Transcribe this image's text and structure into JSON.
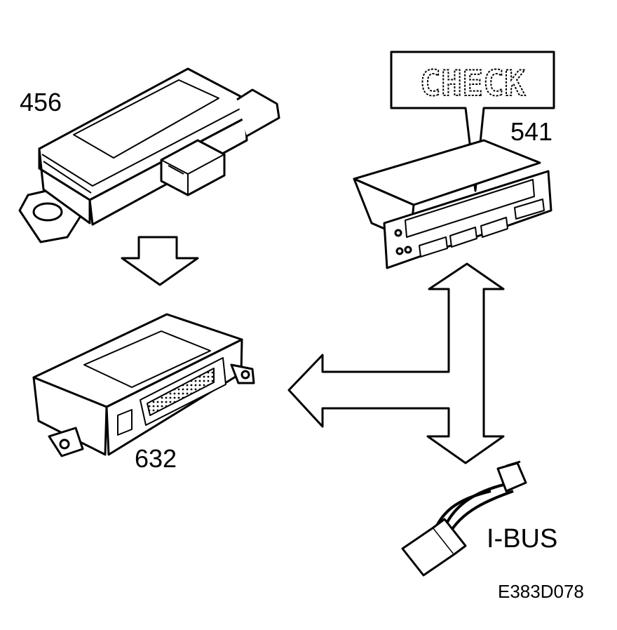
{
  "labels": {
    "module_456": "456",
    "module_541": "541",
    "module_632": "632",
    "bus": "I-BUS",
    "figure_code": "E383D078"
  },
  "display": {
    "callout_text": "CHECK"
  },
  "colors": {
    "line": "#000000",
    "fill": "#ffffff",
    "shade": "#d9d9d9"
  },
  "icons": {
    "arrow_down": "hollow-down-arrow-icon",
    "arrow_bidirectional": "hollow-t-arrow-icon"
  }
}
